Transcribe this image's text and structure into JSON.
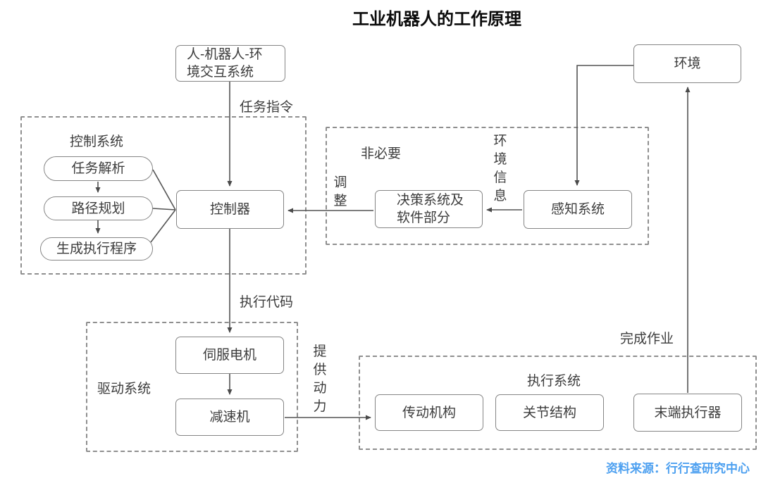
{
  "title": "工业机器人的工作原理",
  "source": "资料来源：行行查研究中心",
  "colors": {
    "accent_blue": "#4da0f0",
    "box_border": "#858585",
    "dashed_border": "#8f8f8f",
    "line": "#545454",
    "text": "#3c3c3c"
  },
  "nodes": {
    "interaction": "人-机器人-环\n境交互系统",
    "controller": "控制器",
    "decision": "决策系统及\n软件部分",
    "perception": "感知系统",
    "environment": "环境",
    "servo": "伺服电机",
    "reducer": "减速机",
    "transmission": "传动机构",
    "joint": "关节结构",
    "end_effector": "末端执行器",
    "task_parse": "任务解析",
    "path_plan": "路径规划",
    "gen_program": "生成执行程序"
  },
  "groups": {
    "control_system": "控制系统",
    "non_essential": "非必要",
    "drive_system": "驱动系统",
    "execution_system": "执行系统"
  },
  "edge_labels": {
    "task_command": "任务指令",
    "exec_code": "执行代码",
    "adjust": "调整",
    "env_info": "环境信息",
    "provide_power": "提供动力",
    "complete_work": "完成作业"
  }
}
